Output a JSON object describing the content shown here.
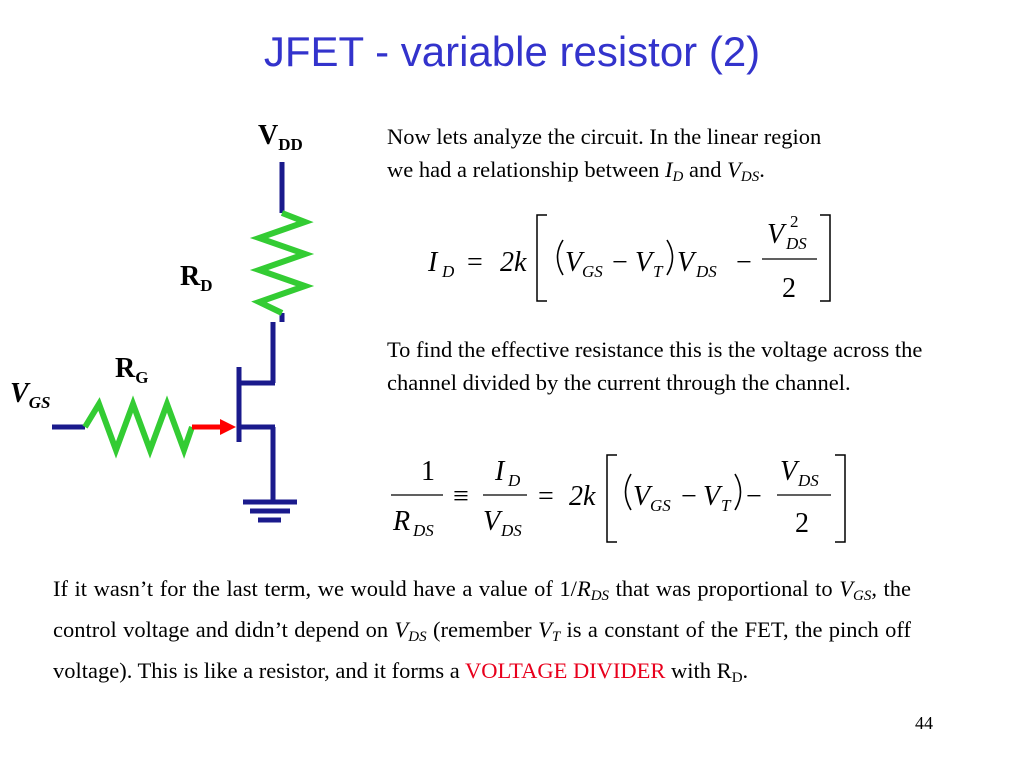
{
  "slide": {
    "title": "JFET - variable resistor (2)",
    "page_number": "44"
  },
  "circuit": {
    "vdd_main": "V",
    "vdd_sub": "DD",
    "rd_main": "R",
    "rd_sub": "D",
    "rg_main": "R",
    "rg_sub": "G",
    "vgs_main": "V",
    "vgs_sub": "GS",
    "colors": {
      "wire": "#1a1a8c",
      "resistor": "#33cc33",
      "gate_arrow": "#ff0000"
    }
  },
  "intro": {
    "line1": "Now lets analyze the circuit.  In the linear region",
    "line2_a": "we had a relationship between ",
    "id_main": "I",
    "id_sub": "D",
    "and": " and ",
    "vds_main": "V",
    "vds_sub": "DS",
    "period": "."
  },
  "equation1": {
    "I": "I",
    "D": "D",
    "eq": "=",
    "two_k": "2k",
    "V": "V",
    "GS": "GS",
    "minus": "−",
    "T": "T",
    "DS": "DS",
    "sq": "2",
    "den": "2"
  },
  "middle": {
    "text": "To find the effective resistance this is the voltage across the channel divided by the current through the channel."
  },
  "equation2": {
    "one": "1",
    "R": "R",
    "DS": "DS",
    "equiv": "≡",
    "I": "I",
    "D": "D",
    "V": "V",
    "eq": "=",
    "two_k": "2k",
    "GS": "GS",
    "minus": "−",
    "T": "T",
    "den": "2"
  },
  "bottom": {
    "p1": "If it wasn’t for the last term, we would have a value of 1/",
    "r_main": "R",
    "r_sub": "DS",
    "p2": " that was proportional to ",
    "v1_main": "V",
    "v1_sub": "GS",
    "p3": ", the control voltage and didn’t depend on ",
    "v2_main": "V",
    "v2_sub": "DS",
    "p4": " (remember ",
    "v3_main": "V",
    "v3_sub": "T",
    "p5": " is a constant of the FET, the pinch off voltage).  This is like a resistor, and it forms a ",
    "highlight": "VOLTAGE DIVIDER",
    "p6": " with R",
    "rd_sub": "D",
    "p7": "."
  }
}
